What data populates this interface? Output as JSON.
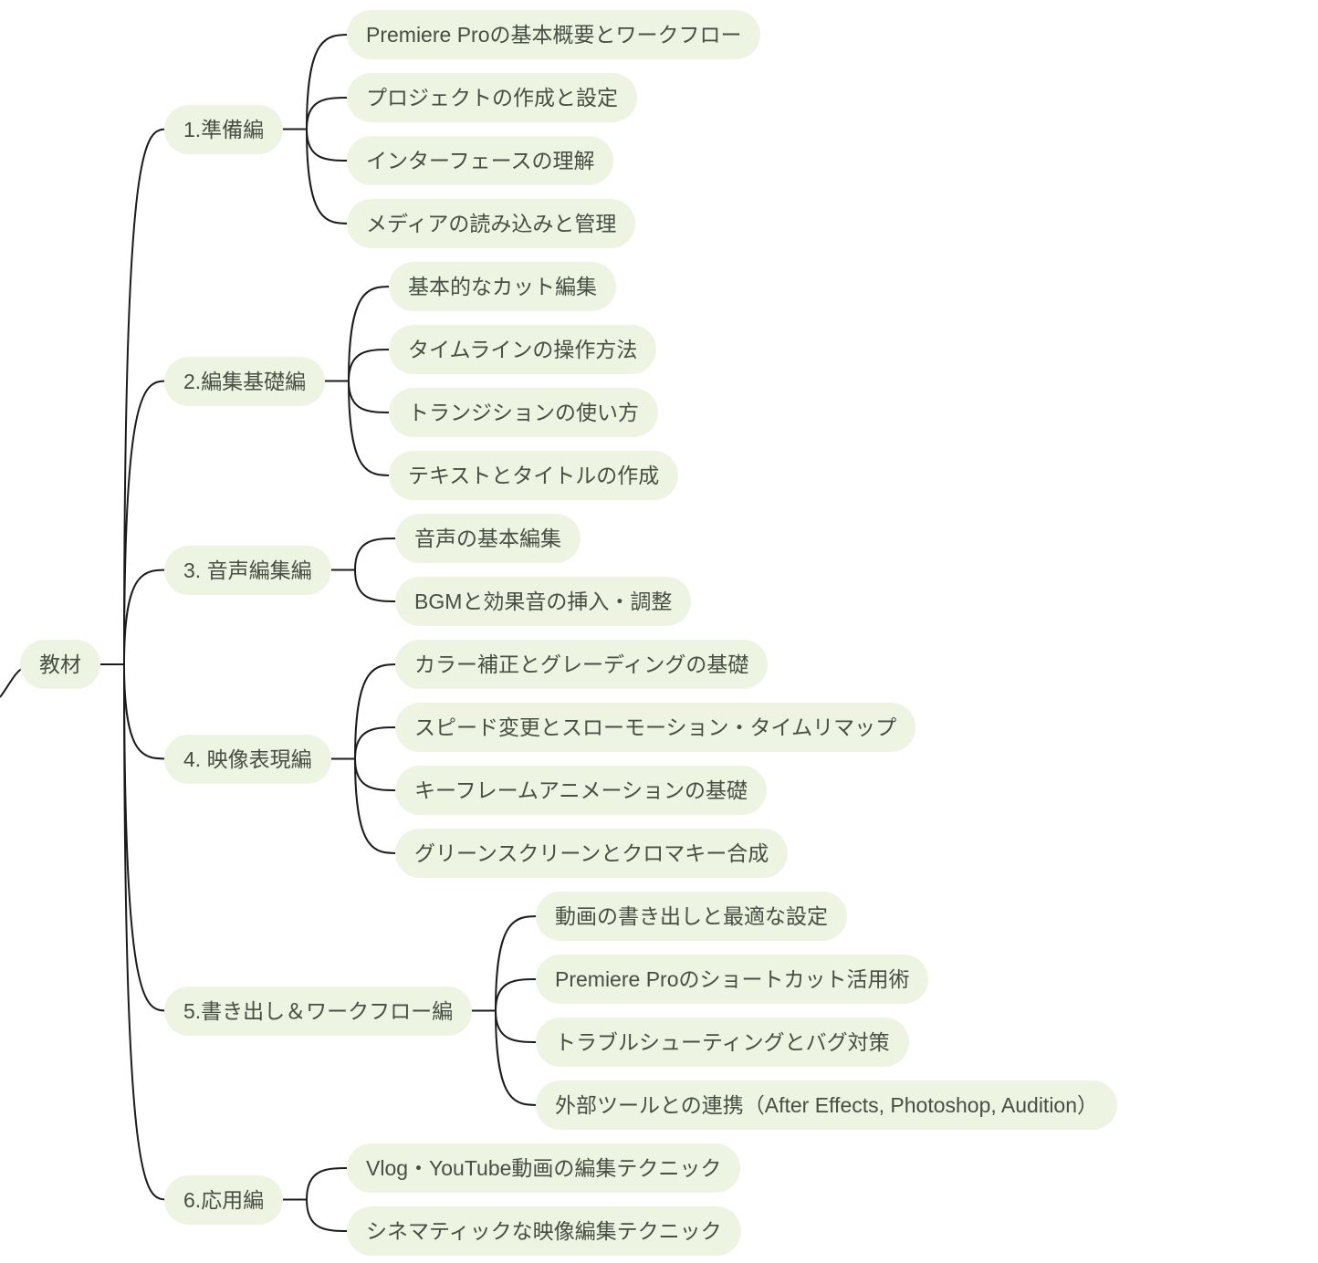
{
  "diagram": {
    "type": "mindmap",
    "root": {
      "label": "教材",
      "children": [
        {
          "label": "1.準備編",
          "children": [
            {
              "label": "Premiere Proの基本概要とワークフロー"
            },
            {
              "label": "プロジェクトの作成と設定"
            },
            {
              "label": "インターフェースの理解"
            },
            {
              "label": "メディアの読み込みと管理"
            }
          ]
        },
        {
          "label": "2.編集基礎編",
          "children": [
            {
              "label": "基本的なカット編集"
            },
            {
              "label": "タイムラインの操作方法"
            },
            {
              "label": "トランジションの使い方"
            },
            {
              "label": "テキストとタイトルの作成"
            }
          ]
        },
        {
          "label": "3. 音声編集編",
          "children": [
            {
              "label": "音声の基本編集"
            },
            {
              "label": "BGMと効果音の挿入・調整"
            }
          ]
        },
        {
          "label": "4. 映像表現編",
          "children": [
            {
              "label": "カラー補正とグレーディングの基礎"
            },
            {
              "label": "スピード変更とスローモーション・タイムリマップ"
            },
            {
              "label": "キーフレームアニメーションの基礎"
            },
            {
              "label": "グリーンスクリーンとクロマキー合成"
            }
          ]
        },
        {
          "label": "5.書き出し＆ワークフロー編",
          "children": [
            {
              "label": "動画の書き出しと最適な設定"
            },
            {
              "label": "Premiere Proのショートカット活用術"
            },
            {
              "label": "トラブルシューティングとバグ対策"
            },
            {
              "label": "外部ツールとの連携（After Effects, Photoshop, Audition）"
            }
          ]
        },
        {
          "label": "6.応用編",
          "children": [
            {
              "label": "Vlog・YouTube動画の編集テクニック"
            },
            {
              "label": "シネマティックな映像編集テクニック"
            }
          ]
        }
      ]
    },
    "colors": {
      "node_bg": "#edf5e2",
      "node_text": "#474f45",
      "link": "#1b1b1b",
      "background": "#ffffff"
    }
  }
}
